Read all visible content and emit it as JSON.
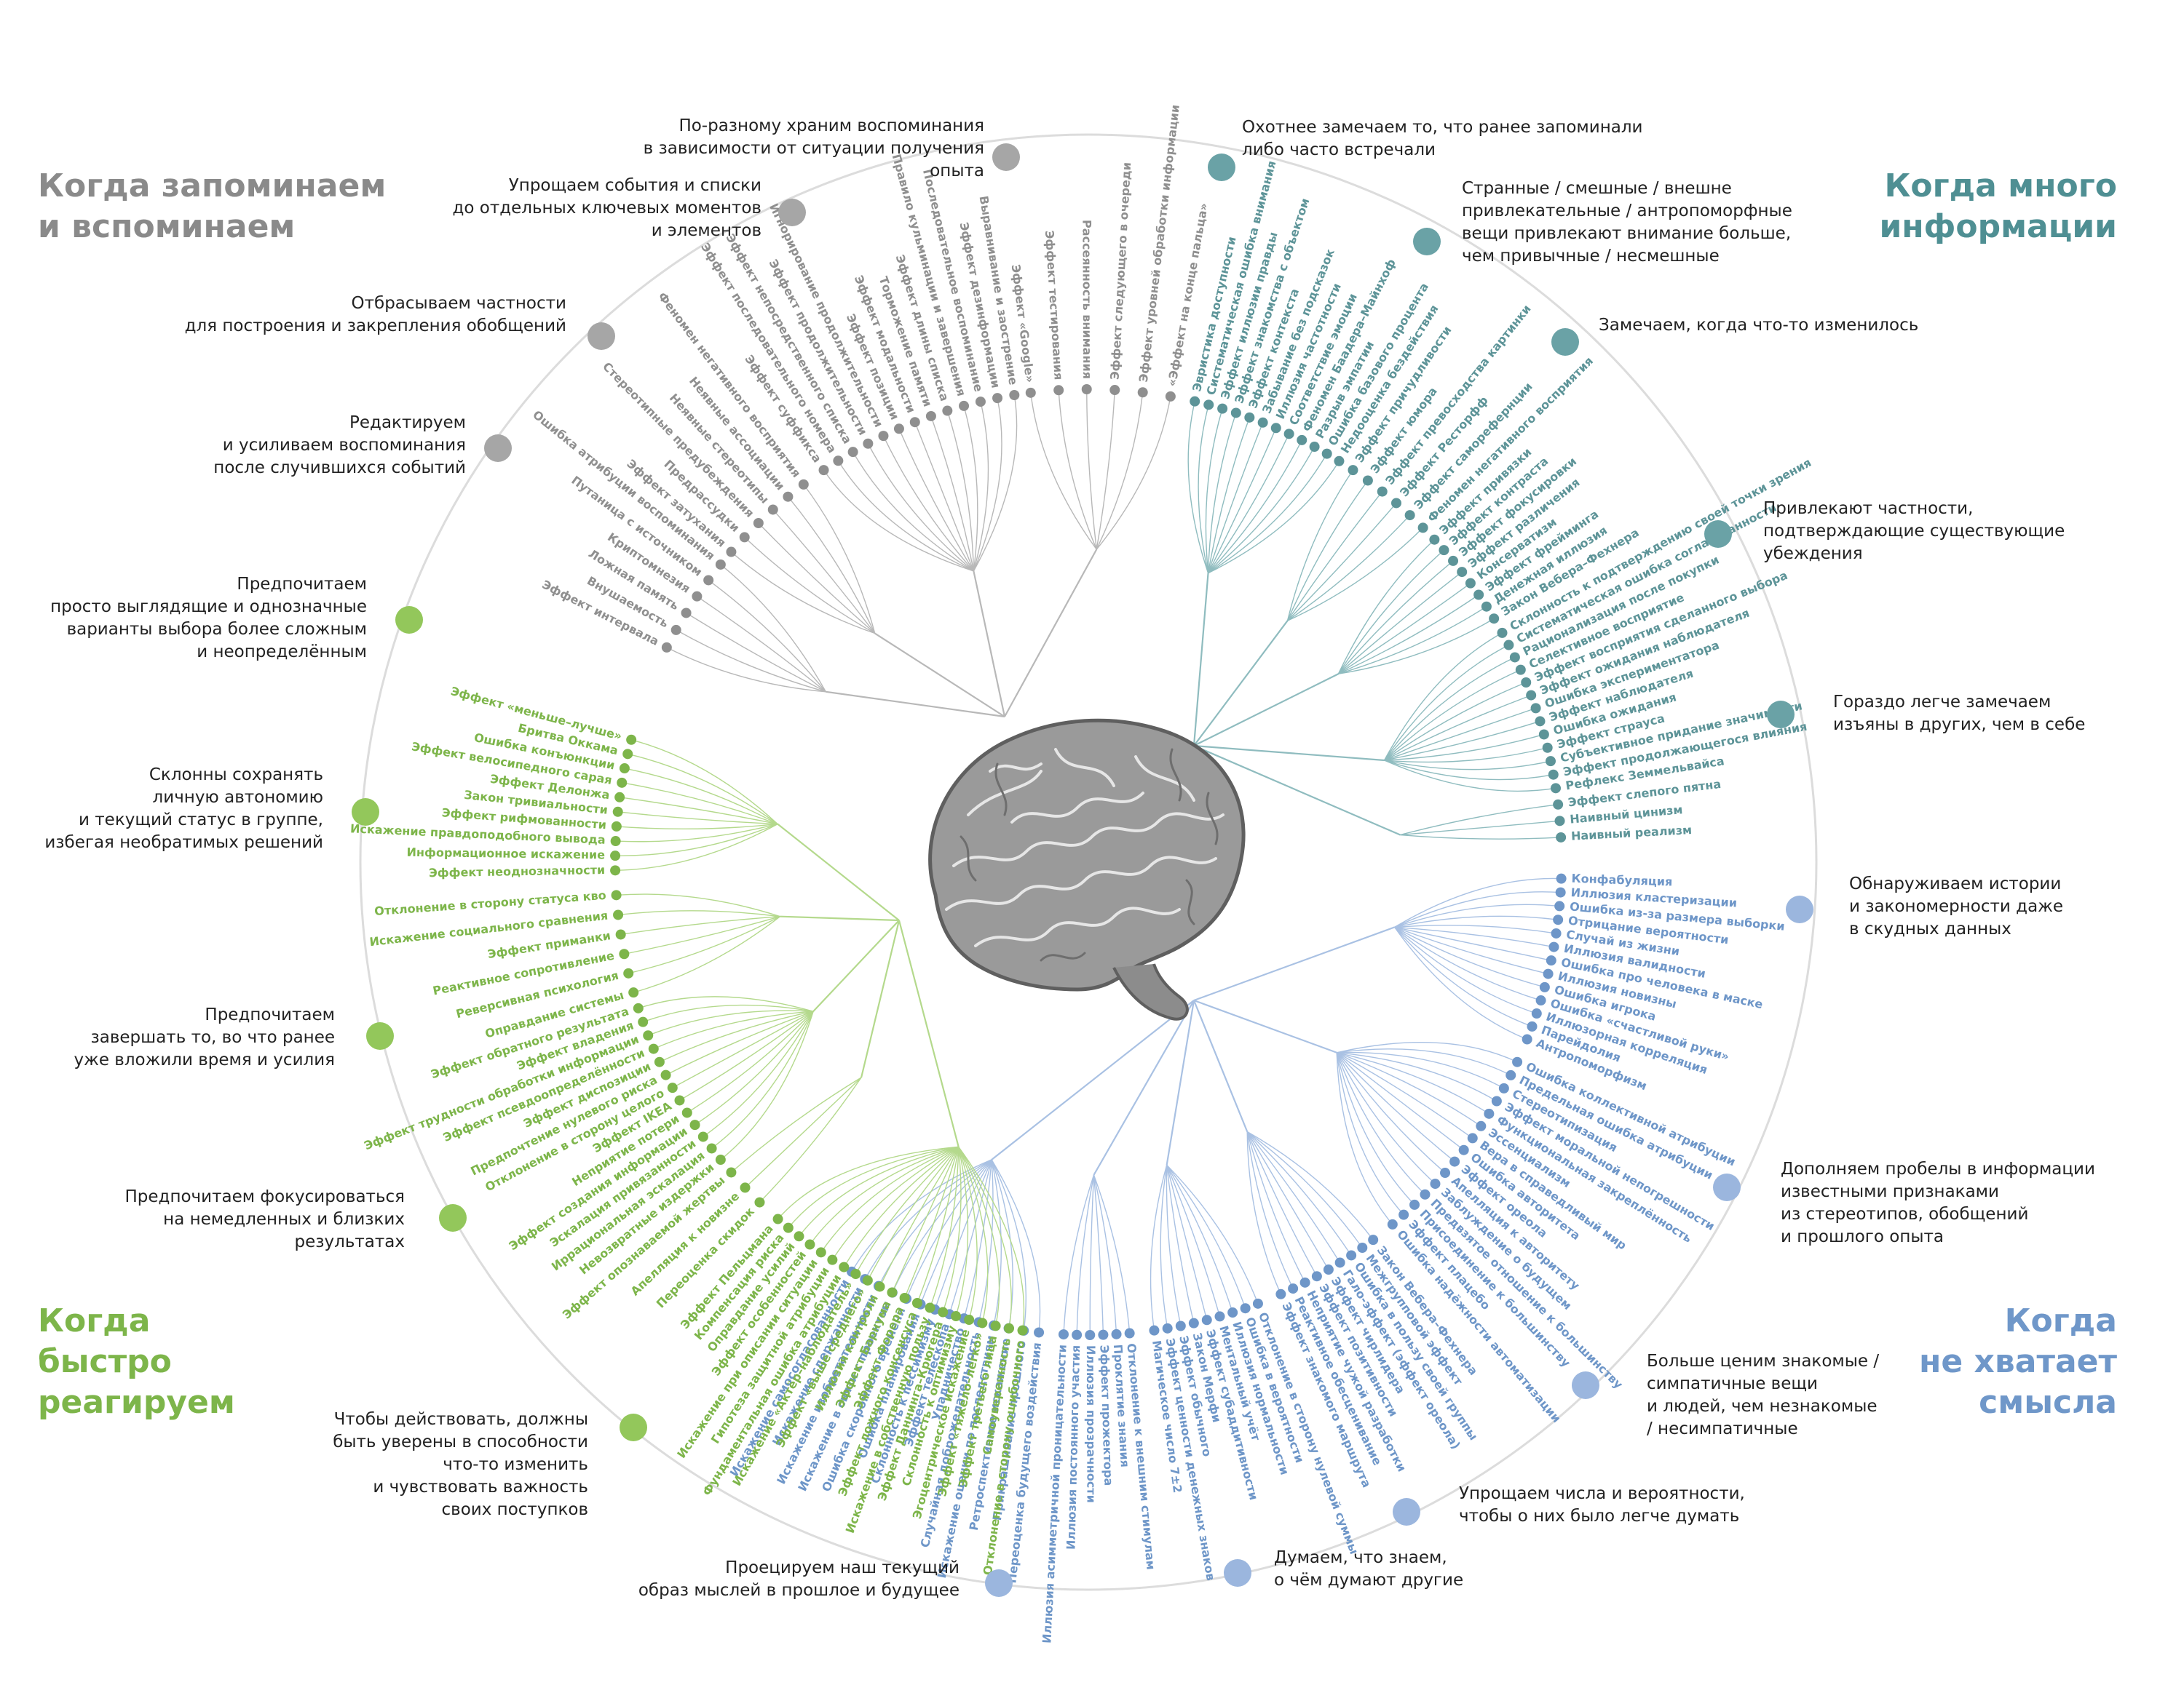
{
  "quadrants": {
    "memory": {
      "title": "Когда запоминаем\nи вспоминаем",
      "color": "#8a8a8a"
    },
    "info": {
      "title": "Когда много\nинформации",
      "color": "#4f8f93"
    },
    "fast": {
      "title": "Когда\nбыстро\nреагируем",
      "color": "#7db54a"
    },
    "meaning": {
      "title": "Когда\nне хватает\nсмысла",
      "color": "#6f97c9"
    }
  },
  "categories": {
    "mem1": "По-разному храним воспоминания\nв зависимости от ситуации получения\nопыта",
    "mem2": "Упрощаем события и списки\nдо отдельных ключевых моментов\nи элементов",
    "mem3": "Отбрасываем частности\nдля построения и закрепления обобщений",
    "mem4": "Редактируем\nи усиливаем воспоминания\nпосле случившихся событий",
    "info1": "Охотнее замечаем то, что ранее запоминали\nлибо часто встречали",
    "info2": "Странные / смешные / внешне\nпривлекательные / антропоморфные\nвещи привлекают внимание больше,\nчем привычные / несмешные",
    "info3": "Замечаем, когда что-то изменилось",
    "info4": "Привлекают частности,\nподтверждающие существующие\nубеждения",
    "info5": "Гораздо легче замечаем\nизъяны в других, чем в себе",
    "mean1": "Обнаруживаем истории\nи закономерности даже\nв скудных данных",
    "mean2": "Дополняем пробелы в информации\nизвестными признаками\nиз стереотипов, обобщений\nи прошлого опыта",
    "mean3": "Больше ценим знакомые /\nсимпатичные вещи\nи людей, чем незнакомые\n/ несимпатичные",
    "mean4": "Упрощаем числа и вероятности,\nчтобы о них было легче думать",
    "mean5": "Думаем, что знаем,\nо чём думают другие",
    "mean6": "Проецируем наш текущий\nобраз мыслей в прошлое и будущее",
    "fast1": "Предпочитаем\nпросто выглядящие и однозначные\nварианты выбора более сложным\nи неопределённым",
    "fast2": "Склонны сохранять\nличную автономию\nи текущий статус в группе,\nизбегая необратимых решений",
    "fast3": "Предпочитаем\nзавершать то, во что ранее\nуже вложили время и усилия",
    "fast4": "Предпочитаем фокусироваться\nна немедленных и близких\nрезультатах",
    "fast5": "Чтобы действовать, должны\nбыть уверены в способности\nчто-то изменить\nи чувствовать важность\nсвоих поступков"
  },
  "biases": {
    "memory": [
      [
        "Эффект «Google»",
        "Эффект тестирования",
        "Рассеянность внимания",
        "Эффект следующего в очереди",
        "Эффект уровней обработки информации",
        "«Эффект на конце пальца»"
      ],
      [
        "Эффект суффикса",
        "Эффект последовательного номера",
        "Эффект непосредственного списка",
        "Эффект продолжительности",
        "Игнорирование продолжительности",
        "Эффект позиции",
        "Эффект модальности",
        "Торможение памяти",
        "Эффект длины списка",
        "Правило кульминации и завершения",
        "Последовательное воспоминание",
        "Эффект дезинформации",
        "Выравнивание и заострение"
      ],
      [
        "Эффект затухания",
        "Предрассудки",
        "Стереотипные предубеждения",
        "Неявные стереотипы",
        "Неявные ассоциации",
        "Феномен негативного восприятия"
      ],
      [
        "Эффект интервала",
        "Внушаемость",
        "Ложная память",
        "Криптомнезия",
        "Путаница с источником",
        "Ошибка атрибуции воспоминания"
      ]
    ],
    "info": [
      [
        "Эвристика доступности",
        "Систематическая ошибка внимания",
        "Эффект иллюзии правды",
        "Эффект знакомства с объектом",
        "Эффект контекста",
        "Забывание без подсказок",
        "Иллюзия частотности",
        "Соответствие эмоции",
        "Феномен Баадера–Майнхоф",
        "Разрыв эмпатии",
        "Ошибка базового процента",
        "Недооценка бездействия"
      ],
      [
        "Эффект причудливости",
        "Эффект юмора",
        "Эффект превосходства картинки",
        "Эффект Ресторфф",
        "Эффект саморефернции",
        "Феномен негативного восприятия"
      ],
      [
        "Эффект привязки",
        "Эффект контраста",
        "Эффект фокусировки",
        "Эффект различения",
        "Консерватизм",
        "Эффект фрейминга",
        "Денежная иллюзия",
        "Закон Вебера–Фехнера"
      ],
      [
        "Склонность к подтверждению своей точки зрения",
        "Систематическая ошибка согласованности",
        "Рационализация после покупки",
        "Селективное восприятие",
        "Эффект восприятия сделанного выбора",
        "Эффект ожидания наблюдателя",
        "Ошибка экспериментатора",
        "Эффект наблюдателя",
        "Ошибка ожидания",
        "Эффект страуса",
        "Субъективное придание значимости",
        "Эффект продолжающегося влияния",
        "Рефлекс Земмельвайса"
      ],
      [
        "Эффект слепого пятна",
        "Наивный цинизм",
        "Наивный реализм"
      ]
    ],
    "meaning": [
      [
        "Конфабуляция",
        "Иллюзия кластеризации",
        "Ошибка из-за размера выборки",
        "Отрицание вероятности",
        "Случай из жизни",
        "Иллюзия валидности",
        "Ошибка про человека в маске",
        "Иллюзия новизны",
        "Ошибка игрока",
        "Ошибка «счастливой руки»",
        "Иллюзорная корреляция",
        "Парейдолия",
        "Антропоморфизм"
      ],
      [
        "Ошибка коллективной атрибуции",
        "Предельная ошибка атрибуции",
        "Стереотипизация",
        "Эффект моральной непогрешности",
        "Функциональная закреплённость",
        "Эссенциализм",
        "Вера в справедливый мир",
        "Ошибка авторитета",
        "Эффект ореола",
        "Апелляция к авторитету",
        "Заблуждение о будущем",
        "Предвзятое отношение к большинству",
        "Присоединение к большинству",
        "Эффект плацебо",
        "Ошибка надёжности автоматизации"
      ],
      [
        "Закон Вебера–Фехнера",
        "Межгрупповой эффект",
        "Ошибка в пользу своей группы",
        "Гало-эффект (эффект ореола)",
        "Эффект чирлидера",
        "Эффект позитивности",
        "Неприятие чужой разработки",
        "Реактивное обесценивание",
        "Эффект знакомого маршрута"
      ],
      [
        "Отклонение в сторону нулевой суммы",
        "Ошибка в вероятности",
        "Иллюзия нормальности",
        "Ментальный учёт",
        "Эффект субаддитивности",
        "Закон Мерфи",
        "Эффект обычного",
        "Эффект ценности денежных знаков",
        "Магическое число 7±2"
      ],
      [
        "Отклонение к внешним стимулам",
        "Проклятие знания",
        "Эффект прожектора",
        "Иллюзия прозрачности",
        "Иллюзия постоянного участия",
        "Иллюзия асимметричной проницательности"
      ],
      [
        "Переоценка будущего воздействия",
        "Прикрашивание прошлого",
        "Ретроспективное искажение",
        "Искажение оценки по последствиям",
        "Случайная доброжелательность",
        "Упадничество",
        "Эффект телескопа",
        "Склонность к пессимизму",
        "Ошибка планирования",
        "Ошибка скоромного времени",
        "Искажение в связи с проектом",
        "Искажение изобретательности",
        "Искажение сдержанности",
        "Искажение самосогласованности"
      ]
    ],
    "fast": [
      [
        "Эффект «меньше–лучше»",
        "Бритва Оккама",
        "Ошибка конъюнкции",
        "Эффект велосипедного сарая",
        "Эффект Делонжа",
        "Закон тривиальности",
        "Эффект рифмованности",
        "Искажение правдоподобного вывода",
        "Информационное искажение",
        "Эффект неоднозначности"
      ],
      [
        "Отклонение в сторону статуса кво",
        "Искажение социального сравнения",
        "Эффект приманки",
        "Реактивное сопротивление",
        "Реверсивная психология",
        "Оправдание системы"
      ],
      [
        "Эффект обратного результата",
        "Эффект владения",
        "Эффект трудности обработки информации",
        "Эффект псевдоопределённости",
        "Эффект диспозиции",
        "Предпочтение нулевого риска",
        "Отклонение в сторону целого",
        "Эффект IKEA",
        "Неприятие потери",
        "Эффект создания информации",
        "Эскалация привязанности",
        "Иррациональная эскалация",
        "Невозвратные издержки"
      ],
      [
        "Эффект опознаваемой жертвы",
        "Апелляция к новизне",
        "Переоценка скидок"
      ],
      [
        "Эффект Пельцмана",
        "Компенсация риска",
        "Оправдание усилий",
        "Эффект особенностей",
        "Искажение при описании ситуации",
        "Гипотеза защитной атрибуции",
        "Фундаментальная ошибка атрибуции",
        "Искажение «Актёр–наблюдатель»",
        "Эффект «выше среднего»",
        "Иллюзия контроля",
        "Эффект Барнума",
        "Эффект Форера",
        "Эффект ложного консенсуса",
        "Искажение в собственную пользу",
        "Эффект Даннинга–Крюгера",
        "Склонность к оптимизму",
        "Эгоцентрическое искажение",
        "Эффект «тяжело–легко»",
        "Эффект третьего лица",
        "Самоуверенность",
        "Отклонение в сторону ошибочного"
      ]
    ]
  }
}
